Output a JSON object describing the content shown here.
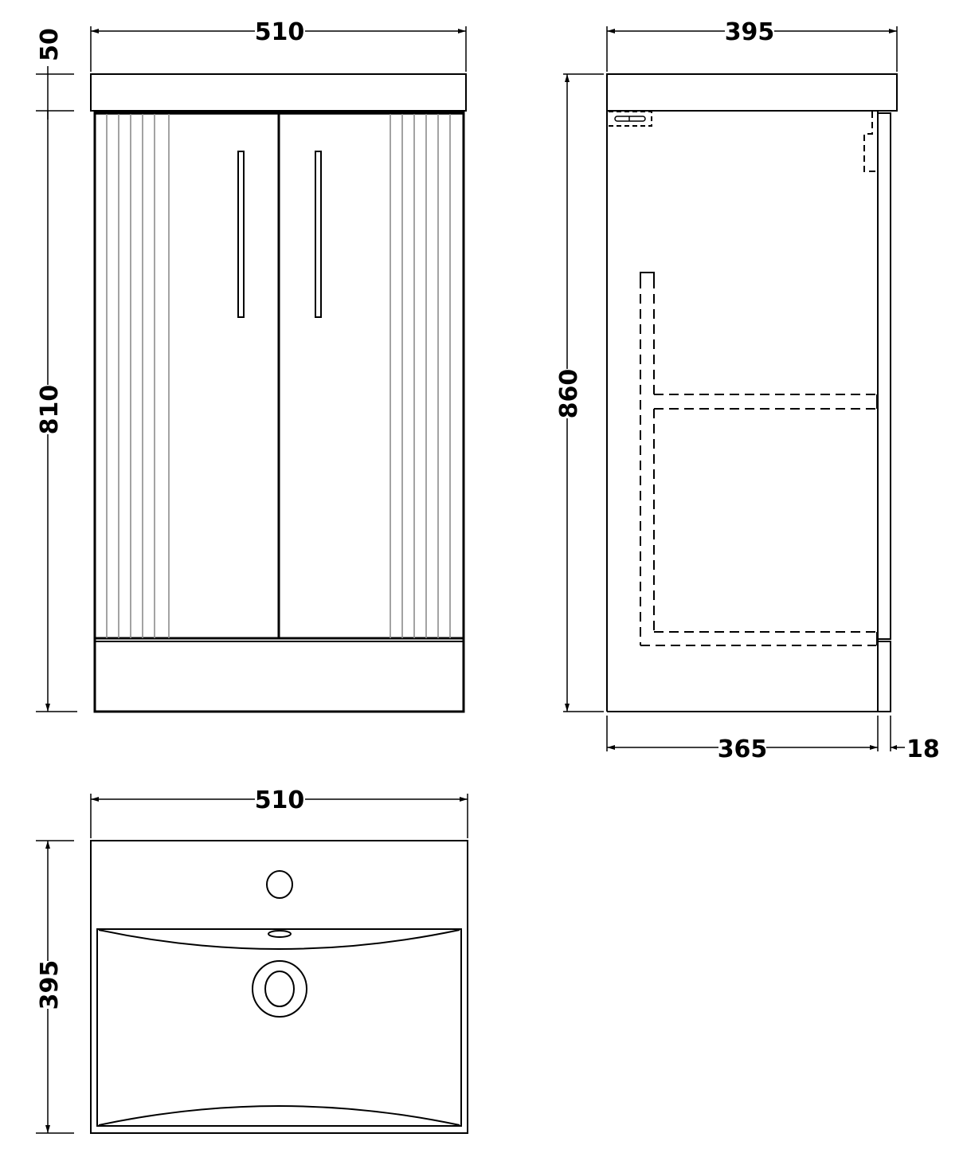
{
  "drawing": {
    "type": "technical-dimension-drawing",
    "subject": "floor-standing 2-door fluted vanity unit with basin",
    "units": "mm",
    "colors": {
      "line": "#000000",
      "flute": "#8c8c8c",
      "background": "#ffffff"
    }
  },
  "front_view": {
    "overall_width": "510",
    "basin_height": "50",
    "cabinet_height": "810",
    "doors": 2,
    "handles": 2,
    "flutes_per_door": 6
  },
  "side_view": {
    "overall_depth": "395",
    "overall_height": "860",
    "carcass_depth": "365",
    "door_thickness": "18"
  },
  "top_view": {
    "basin_width": "510",
    "basin_depth": "395",
    "tap_holes": 1,
    "has_overflow": true,
    "has_waste": true
  }
}
